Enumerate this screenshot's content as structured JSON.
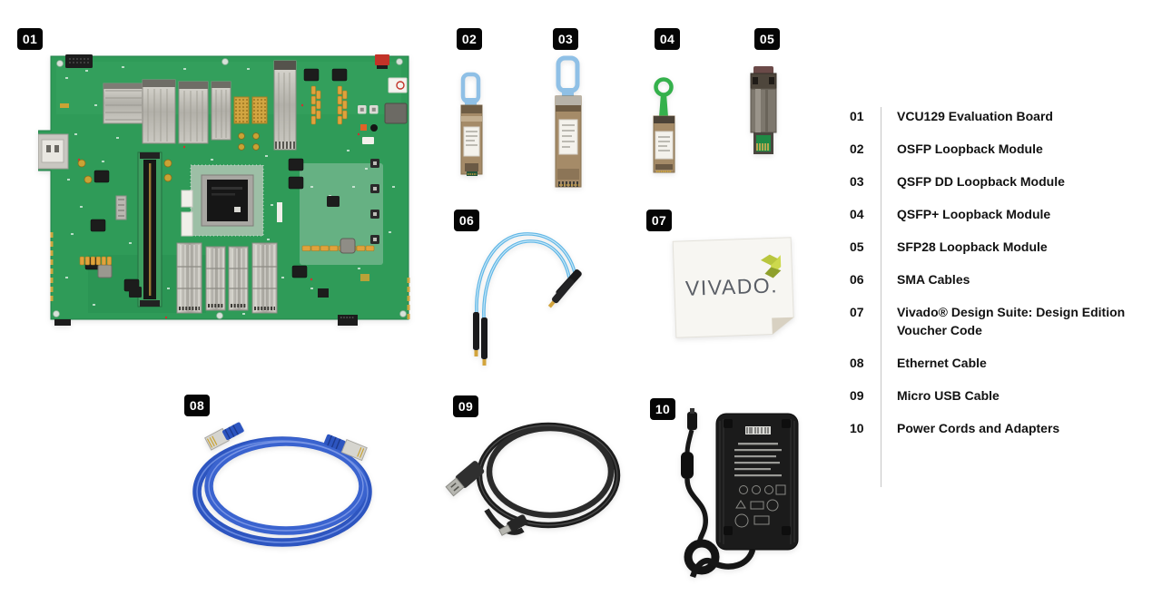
{
  "legend": {
    "items": [
      {
        "num": "01",
        "label": "VCU129 Evaluation Board"
      },
      {
        "num": "02",
        "label": "OSFP Loopback Module"
      },
      {
        "num": "03",
        "label": "QSFP DD Loopback Module"
      },
      {
        "num": "04",
        "label": "QSFP+ Loopback Module"
      },
      {
        "num": "05",
        "label": "SFP28 Loopback Module"
      },
      {
        "num": "06",
        "label": "SMA Cables"
      },
      {
        "num": "07",
        "label": "Vivado® Design Suite: Design Edition Voucher Code"
      },
      {
        "num": "08",
        "label": "Ethernet Cable"
      },
      {
        "num": "09",
        "label": "Micro USB Cable"
      },
      {
        "num": "10",
        "label": "Power Cords and Adapters"
      }
    ]
  },
  "voucher": {
    "brand": "VIVADO."
  },
  "colors": {
    "tag_background": "#050505",
    "legend_text": "#121212",
    "pcb_green": "#2f9b58",
    "ethernet_blue": "#2d55c0",
    "sma_cable_blue": "#66bde8",
    "module_tan": "#a58b68",
    "pull_tab_blue": "#8fc0e6",
    "pull_ring_green": "#35b14c",
    "vivado_text_gray": "#5a5e66",
    "vivado_leaf_green": "#c6d34a"
  }
}
